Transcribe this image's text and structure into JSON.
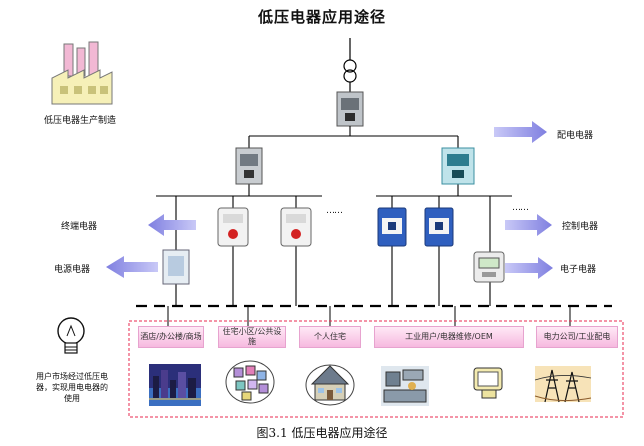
{
  "title": "低压电器应用途径",
  "caption": "图3.1  低压电器应用途径",
  "side_labels": {
    "manufacturing": "低压电器生产制造",
    "distribution": "配电电器",
    "terminal": "终端电器",
    "control": "控制电器",
    "power_supply": "电源电器",
    "electronic": "电子电器",
    "market": "用户市场经过低压电器，实现用电电器的使用"
  },
  "categories": [
    {
      "label": "酒店/办公楼/商场",
      "image": "city-skyline"
    },
    {
      "label": "住宅小区/公共设施",
      "image": "housing-blocks"
    },
    {
      "label": "个人住宅",
      "image": "house"
    },
    {
      "label": "工业用户/电器维修/OEM",
      "image": "factory-machines"
    },
    {
      "label": "电力公司/工业配电",
      "image": "power-towers"
    }
  ],
  "ellipsis": "……",
  "colors": {
    "arrow": "#8f8fe6",
    "pink": "#f6b9df",
    "border": "#ea2a4f"
  }
}
